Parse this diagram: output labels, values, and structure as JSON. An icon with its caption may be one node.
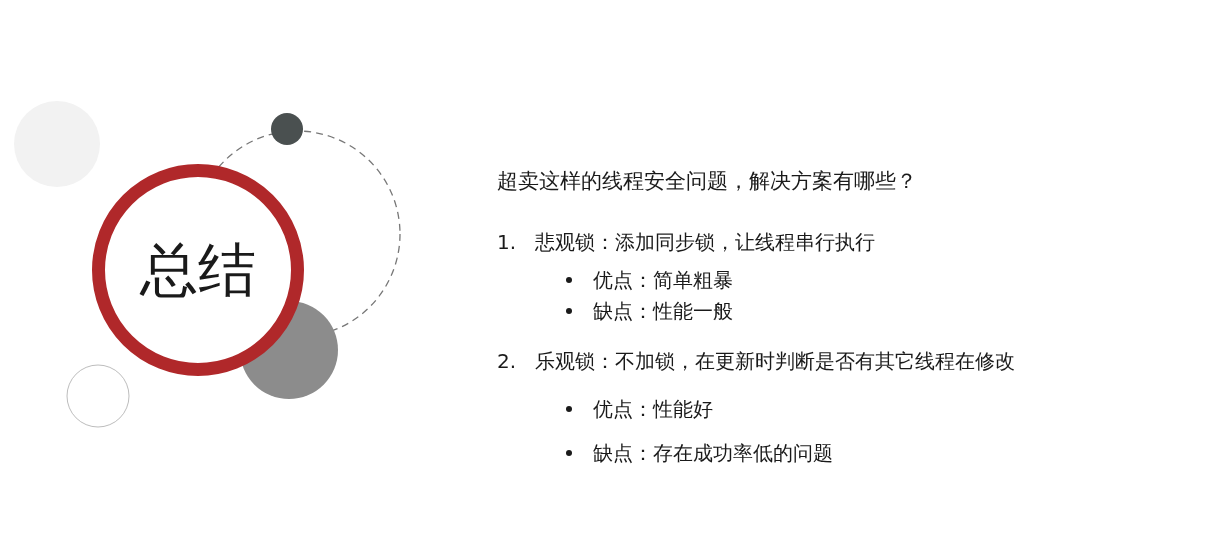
{
  "diagram": {
    "nodes": [
      {
        "text": [
          "总结"
        ]
      }
    ],
    "labels": [
      "超卖这样的线程安全问题，解决方案有哪些？",
      "1.",
      "悲观锁：添加同步锁，让线程串行执行",
      "优点：简单粗暴",
      "缺点：性能一般",
      "2.",
      "乐观锁：不加锁，在更新时判断是否有其它线程在修改",
      "优点：性能好",
      "缺点：存在成功率低的问题"
    ]
  }
}
